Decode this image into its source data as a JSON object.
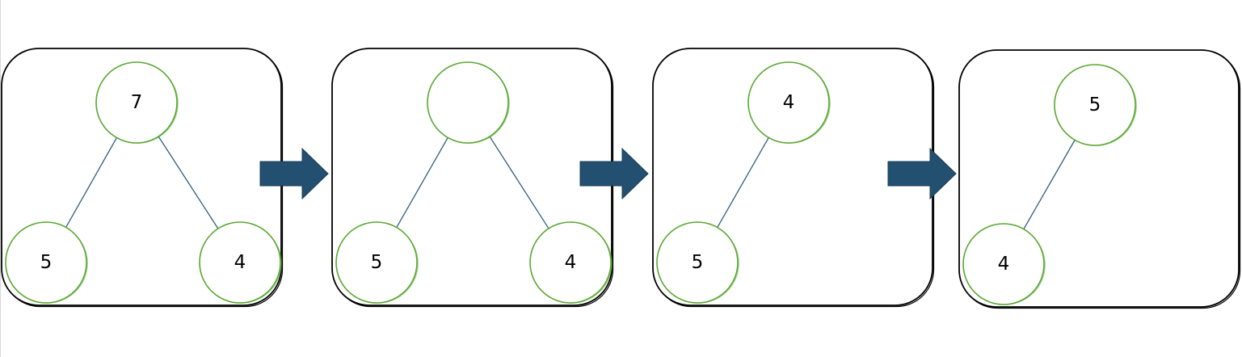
{
  "diagram": {
    "colors": {
      "node_stroke": "#5aa832",
      "edge": "#2e5f7e",
      "arrow": "#234f70",
      "panel_stroke": "#000000"
    },
    "panels": [
      {
        "name": "step-1",
        "nodes": [
          {
            "id": "root",
            "label": "7"
          },
          {
            "id": "left",
            "label": "5"
          },
          {
            "id": "right",
            "label": "4"
          }
        ],
        "edges": [
          [
            "root",
            "left"
          ],
          [
            "root",
            "right"
          ]
        ]
      },
      {
        "name": "step-2",
        "nodes": [
          {
            "id": "root",
            "label": ""
          },
          {
            "id": "left",
            "label": "5"
          },
          {
            "id": "right",
            "label": "4"
          }
        ],
        "edges": [
          [
            "root",
            "left"
          ],
          [
            "root",
            "right"
          ]
        ]
      },
      {
        "name": "step-3",
        "nodes": [
          {
            "id": "root",
            "label": "4"
          },
          {
            "id": "left",
            "label": "5"
          }
        ],
        "edges": [
          [
            "root",
            "left"
          ]
        ]
      },
      {
        "name": "step-4",
        "nodes": [
          {
            "id": "root",
            "label": "5"
          },
          {
            "id": "left",
            "label": "4"
          }
        ],
        "edges": [
          [
            "root",
            "left"
          ]
        ]
      }
    ],
    "arrows": [
      {
        "from": "step-1",
        "to": "step-2"
      },
      {
        "from": "step-2",
        "to": "step-3"
      },
      {
        "from": "step-3",
        "to": "step-4"
      }
    ]
  }
}
